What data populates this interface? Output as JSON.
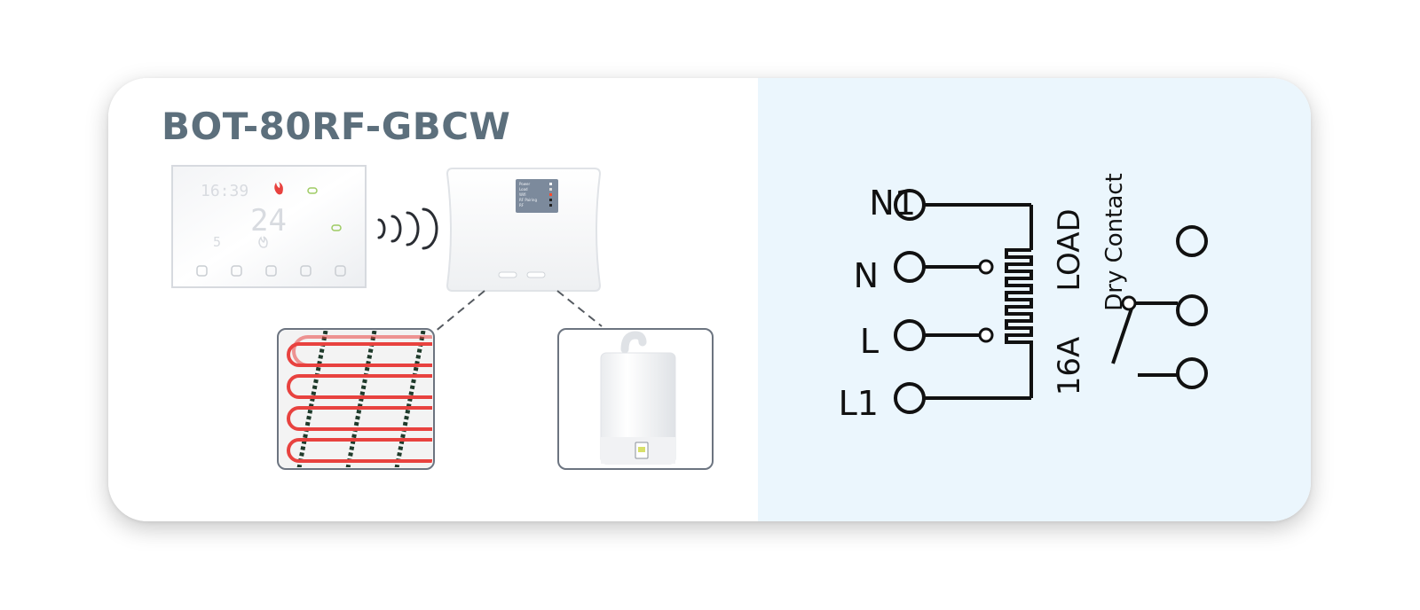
{
  "product": {
    "model": "BOT-80RF-GBCW"
  },
  "thermostat": {
    "clock": "16:39",
    "setpoint": "24",
    "reading": "5"
  },
  "receiver": {
    "indicators": [
      "Power",
      "Load",
      "Wifi",
      "RF Pairing",
      "RF"
    ],
    "indicator_colors": [
      "#ffffff",
      "#d9d9d9",
      "#ff4b2b",
      "#222222",
      "#222222"
    ]
  },
  "wiring": {
    "terminals": [
      "N1",
      "N",
      "L",
      "L1"
    ],
    "load_label": "LOAD",
    "rating_label": "16A",
    "dry_contact_label": "Dry Contact"
  },
  "colors": {
    "title": "#5c6f7c",
    "right_panel_bg": "#ebf6fd",
    "heating_cable": "#e8423f",
    "heating_mesh": "#1f3b2b"
  },
  "icons": [
    "flame-icon",
    "wireless-signal-icon",
    "heating-cable-image",
    "boiler-image"
  ]
}
